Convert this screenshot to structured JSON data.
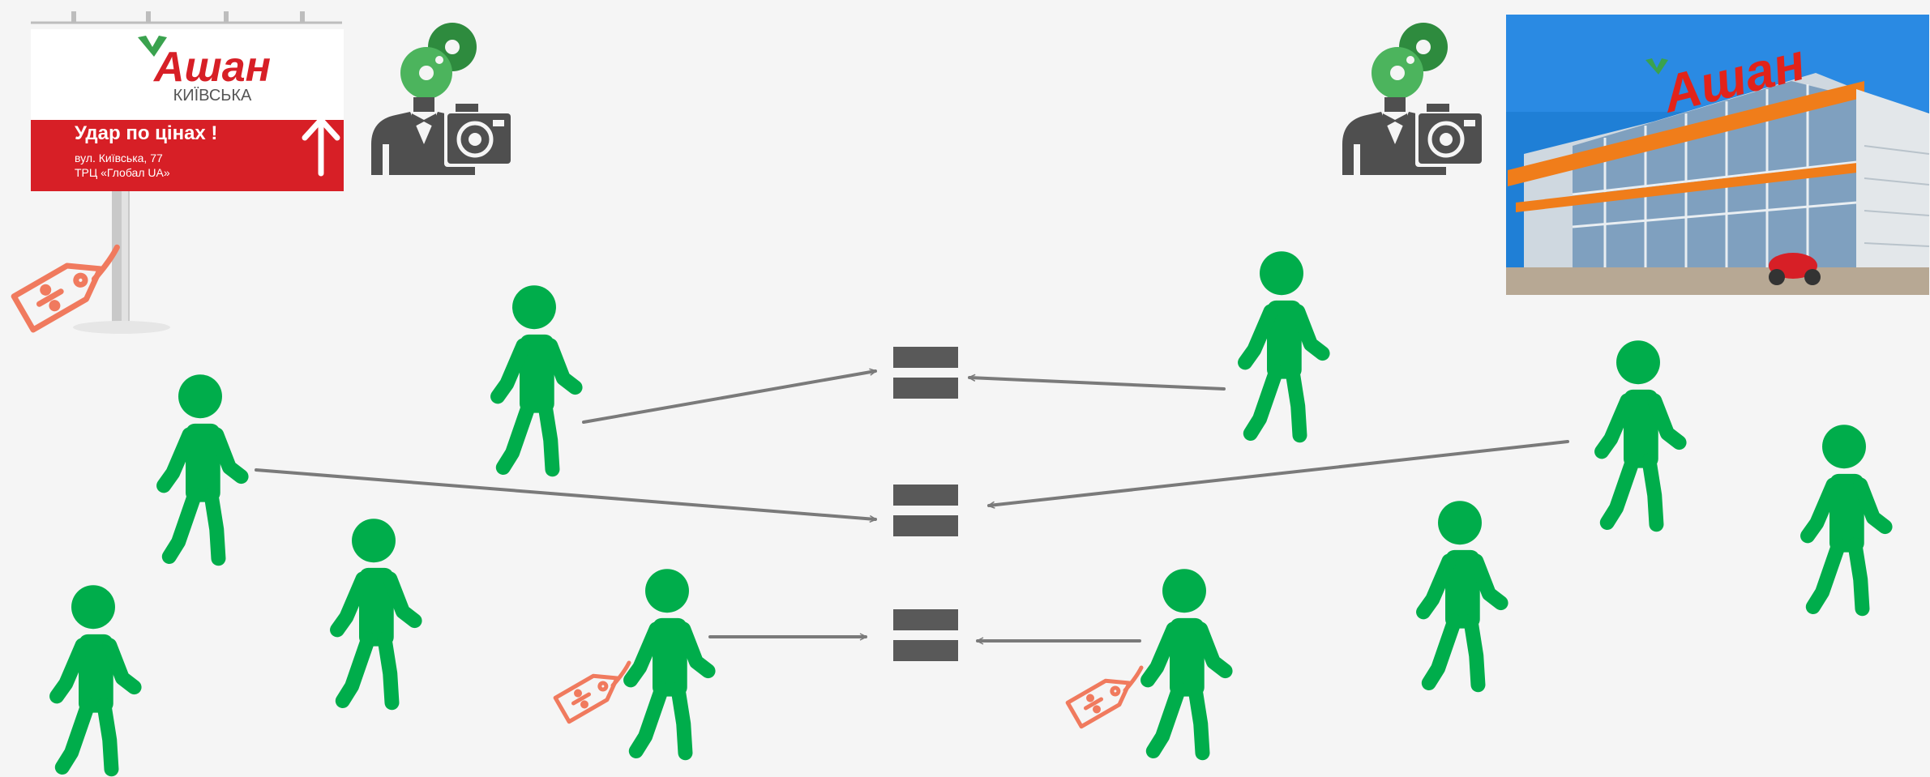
{
  "billboard": {
    "brand": "Ашан",
    "store_name": "КИЇВСЬКА",
    "slogan": "Удар по цінах !",
    "address_line1": "вул. Київська, 77",
    "address_line2": "ТРЦ «Глобал UA»"
  },
  "store_photo": {
    "brand": "Ашан"
  },
  "icons": {
    "person": "walking-person-icon",
    "observer": "camera-observer-icon",
    "discount": "discount-tag-icon",
    "equals": "equals-icon",
    "arrow": "arrow-icon"
  },
  "colors": {
    "background": "#f5f5f5",
    "person": "#00ad4b",
    "observer_dark": "#4f4f4f",
    "observer_green": "#3aa24e",
    "tag": "#f07a5e",
    "equals": "#595959",
    "arrow": "#7a7a7a",
    "brand_red": "#d71f26",
    "brand_orange": "#f07d1a",
    "sky": "#1f7fd6"
  }
}
